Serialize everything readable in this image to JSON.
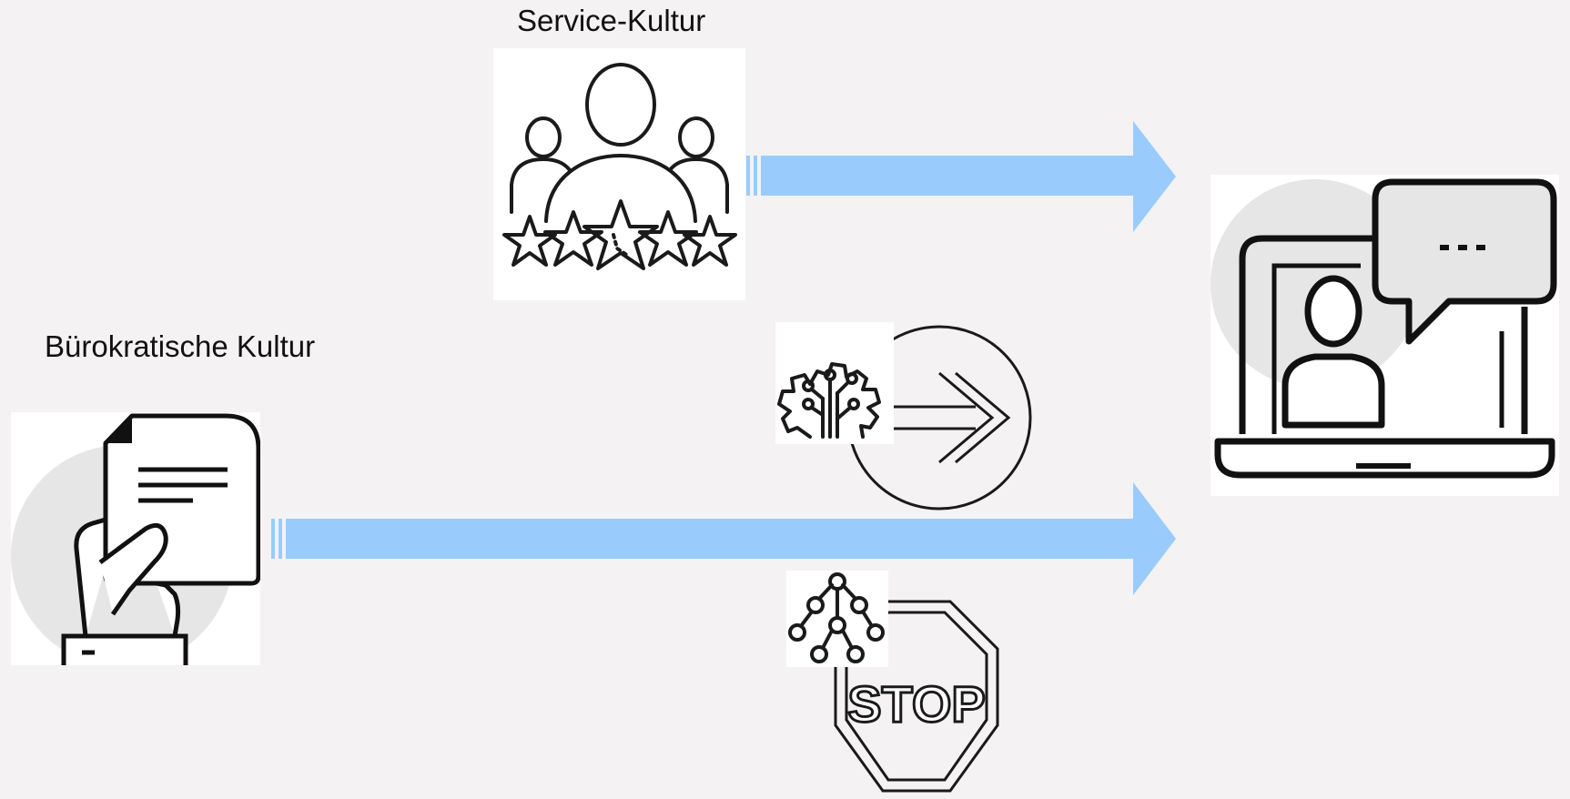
{
  "diagram": {
    "service_culture_label": "Service-Kultur",
    "bureaucratic_culture_label": "Bürokratische Kultur",
    "stop_sign_text": "STOP"
  },
  "icons": {
    "service": "people-rating-stars-icon",
    "bureaucratic": "hand-holding-document-icon",
    "digital": "laptop-video-chat-icon",
    "transformation": "digital-gear-forward-arrow-icon",
    "blocker": "network-stop-sign-icon"
  },
  "colors": {
    "arrow": "#99ccfd",
    "background": "#f4f2f3",
    "icon_circle": "#e6e6e7"
  }
}
